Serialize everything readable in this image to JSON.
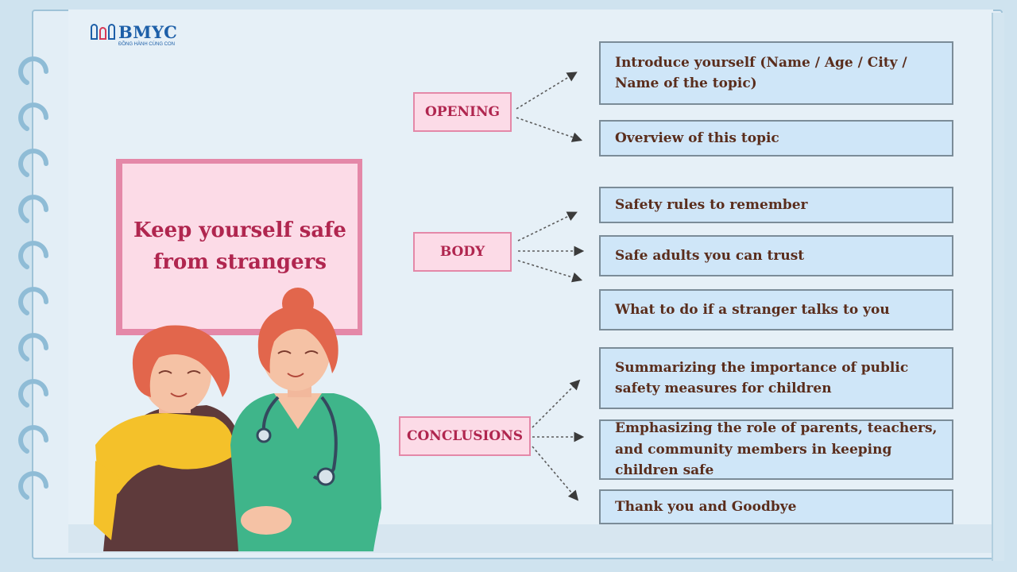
{
  "logo": {
    "name": "BMYC",
    "tagline": "ĐỒNG HÀNH CÙNG CON"
  },
  "title": "Keep yourself safe from strangers",
  "sections": [
    {
      "label": "OPENING",
      "items": [
        "Introduce yourself (Name / Age / City / Name of the topic)",
        "Overview of this topic"
      ]
    },
    {
      "label": "BODY",
      "items": [
        "Safety rules to remember",
        "Safe adults you can trust",
        "What to do if a stranger talks to you"
      ]
    },
    {
      "label": "CONCLUSIONS",
      "items": [
        "Summarizing the importance of public safety measures for children",
        "Emphasizing the role of parents, teachers, and community members in keeping children safe",
        "Thank you and Goodbye"
      ]
    }
  ],
  "colors": {
    "accent_pink": "#b0264f",
    "label_fill": "#fcdbe7",
    "box_fill": "#cfe6f8",
    "box_text": "#5a2d1c",
    "brand_blue": "#1d5fa8"
  },
  "illustration": {
    "subject": "nurse-comforting-woman"
  }
}
